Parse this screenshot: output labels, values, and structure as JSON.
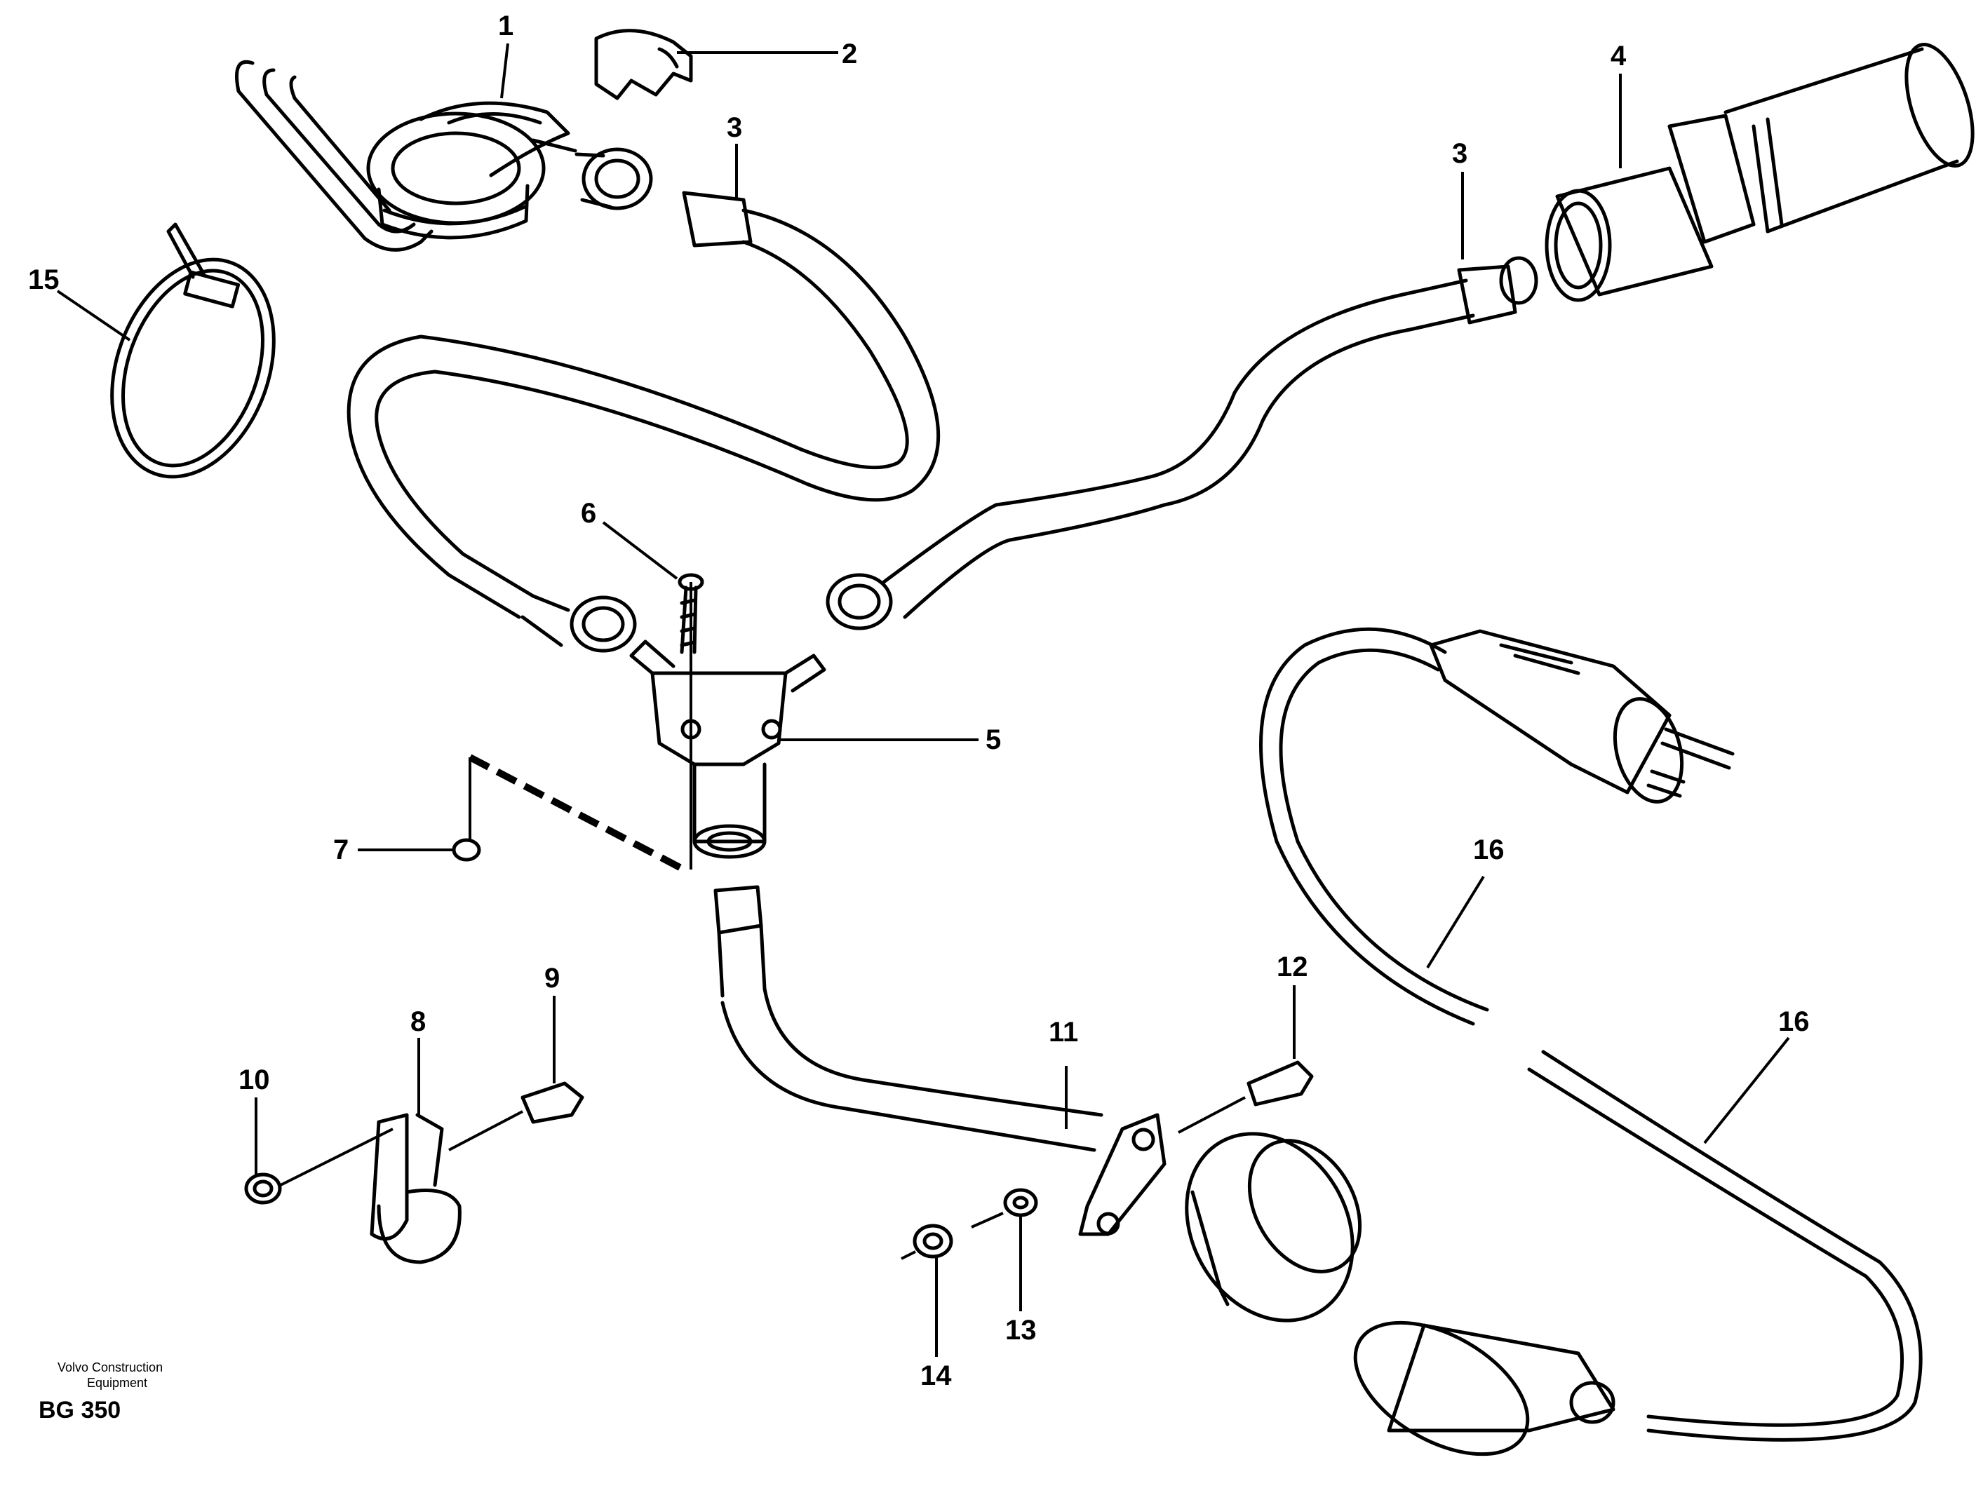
{
  "callouts": {
    "c1": "1",
    "c2": "2",
    "c3a": "3",
    "c3b": "3",
    "c4": "4",
    "c5": "5",
    "c6": "6",
    "c7": "7",
    "c8": "8",
    "c9": "9",
    "c10": "10",
    "c11": "11",
    "c12": "12",
    "c13": "13",
    "c14": "14",
    "c15": "15",
    "c16a": "16",
    "c16b": "16"
  },
  "footer": {
    "company_line1": "Volvo Construction",
    "company_line2": "Equipment",
    "code": "BG 350"
  }
}
